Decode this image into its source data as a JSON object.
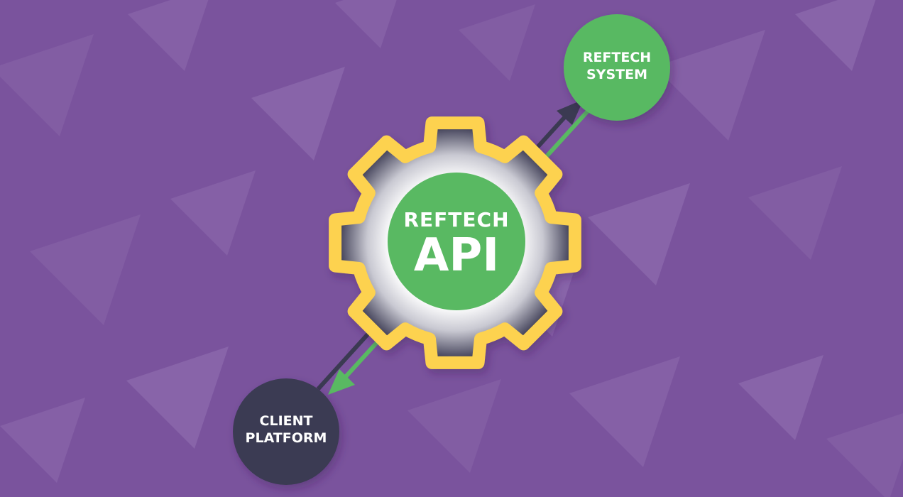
{
  "diagram": {
    "center_node": {
      "line1": "REFTECH",
      "line2": "API"
    },
    "top_node": {
      "line1": "REFTECH",
      "line2": "SYSTEM"
    },
    "bottom_node": {
      "line1": "CLIENT",
      "line2": "PLATFORM"
    }
  },
  "colors": {
    "background": "#7a539d",
    "background_arrows": "#9170b0",
    "gear_outline": "#fdd250",
    "gear_dark": "#3b3a52",
    "green": "#59b962",
    "client_node": "#3b3a52",
    "text": "#ffffff"
  },
  "icons": {
    "central": "gear-icon"
  }
}
